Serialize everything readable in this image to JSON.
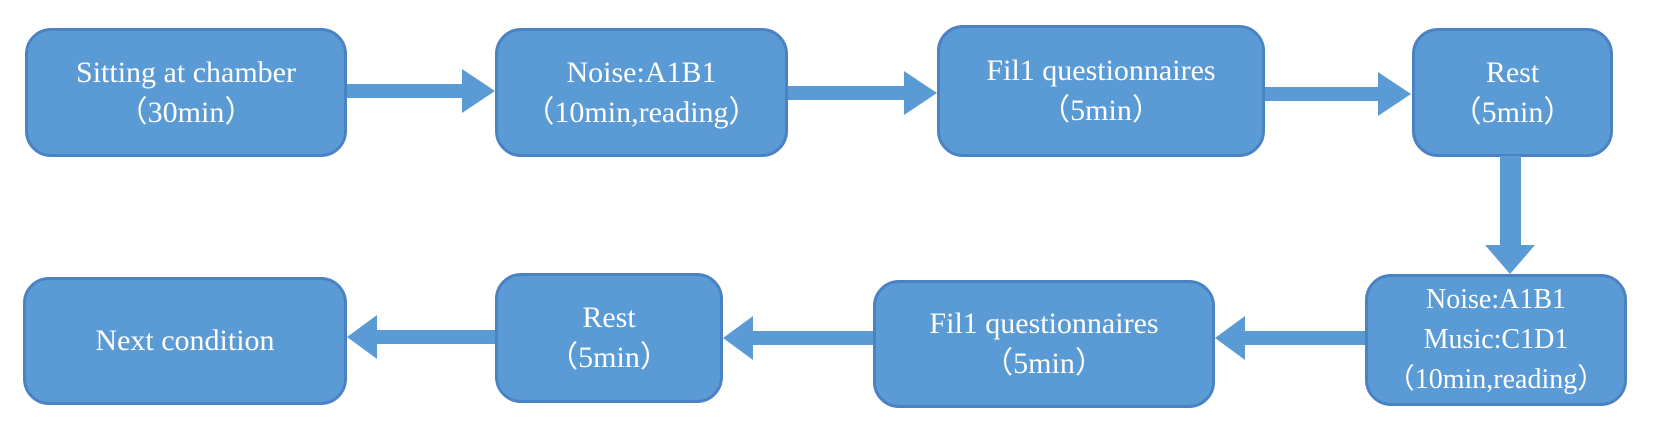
{
  "diagram": {
    "type": "flowchart",
    "background": "#ffffff",
    "node_fill": "#5b9bd5",
    "node_border": "#4a82c4",
    "text_color": "#ffffff"
  },
  "nodes": [
    {
      "id": "sitting-chamber",
      "lines": [
        "Sitting at chamber",
        "（30min）"
      ]
    },
    {
      "id": "noise-a1b1",
      "lines": [
        "Noise:A1B1",
        "（10min,reading）"
      ]
    },
    {
      "id": "fill-questionnaires-1",
      "lines": [
        "Fil1 questionnaires",
        "（5min）"
      ]
    },
    {
      "id": "rest-1",
      "lines": [
        "Rest",
        "（5min）"
      ]
    },
    {
      "id": "noise-a1b1-music-c1d1",
      "lines": [
        "Noise:A1B1",
        "Music:C1D1",
        "（10min,reading）"
      ]
    },
    {
      "id": "fill-questionnaires-2",
      "lines": [
        "Fil1 questionnaires",
        "（5min）"
      ]
    },
    {
      "id": "rest-2",
      "lines": [
        "Rest",
        "（5min）"
      ]
    },
    {
      "id": "next-condition",
      "lines": [
        "Next condition"
      ]
    }
  ],
  "edges": [
    {
      "from": "sitting-chamber",
      "to": "noise-a1b1",
      "direction": "right"
    },
    {
      "from": "noise-a1b1",
      "to": "fill-questionnaires-1",
      "direction": "right"
    },
    {
      "from": "fill-questionnaires-1",
      "to": "rest-1",
      "direction": "right"
    },
    {
      "from": "rest-1",
      "to": "noise-a1b1-music-c1d1",
      "direction": "down"
    },
    {
      "from": "noise-a1b1-music-c1d1",
      "to": "fill-questionnaires-2",
      "direction": "left"
    },
    {
      "from": "fill-questionnaires-2",
      "to": "rest-2",
      "direction": "left"
    },
    {
      "from": "rest-2",
      "to": "next-condition",
      "direction": "left"
    }
  ]
}
